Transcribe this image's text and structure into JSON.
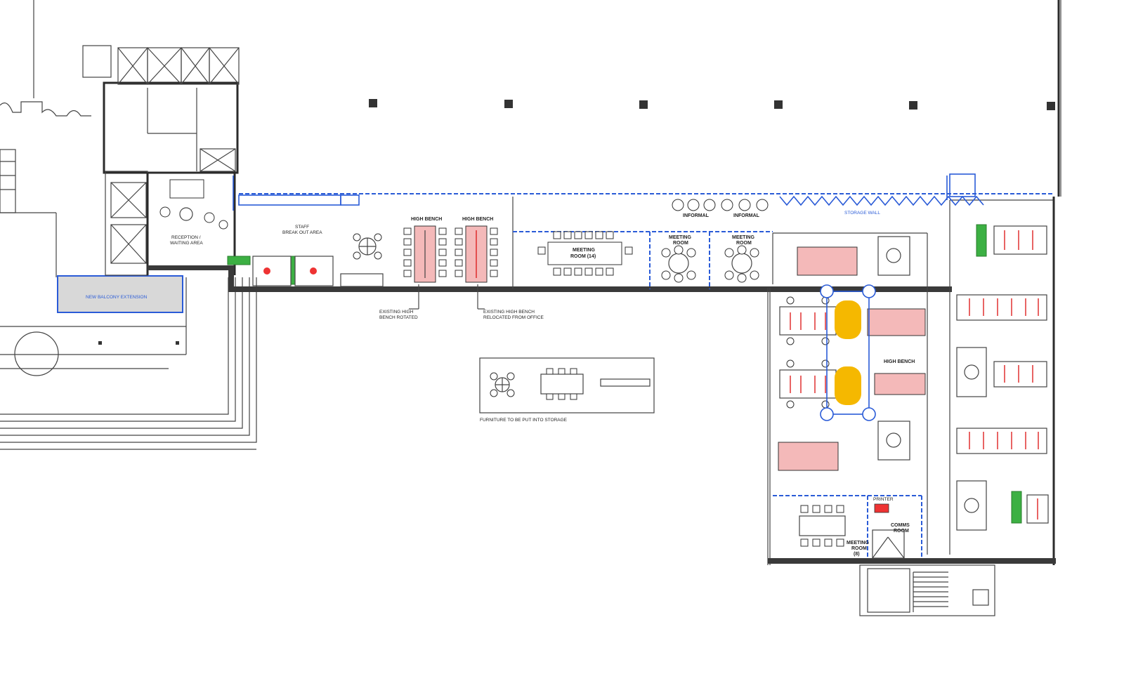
{
  "labels": {
    "reception": "RECEPTION /",
    "reception2": "WAITING AREA",
    "staff": "STAFF",
    "breakout": "BREAK OUT AREA",
    "high_bench_1": "HIGH BENCH",
    "high_bench_2": "HIGH BENCH",
    "meeting_room_main": "MEETING",
    "meeting_room_main2": "ROOM (14)",
    "meeting_room_a": "MEETING",
    "meeting_room_a2": "ROOM",
    "meeting_room_b": "MEETING",
    "meeting_room_b2": "ROOM",
    "informal_1": "INFORMAL",
    "informal_2": "INFORMAL",
    "storage_wall": "STORAGE WALL",
    "balcony": "NEW BALCONY EXTENSION",
    "bench_rotated_1": "EXISTING HIGH",
    "bench_rotated_2": "BENCH ROTATED",
    "bench_relocated_1": "EXISTING HIGH BENCH",
    "bench_relocated_2": "RELOCATED FROM OFFICE",
    "storage_caption": "FURNITURE TO BE PUT INTO STORAGE",
    "high_bench_3": "HIGH BENCH",
    "comms_room": "COMMS",
    "comms_room2": "ROOM",
    "meeting_small": "MEETING",
    "meeting_small2": "ROOM",
    "meeting_small3": "(8)",
    "printer": "PRINTER"
  },
  "colors": {
    "blue": "#2a5bd7",
    "pink": "#f4b9b9",
    "yellow": "#f5b800",
    "green": "#3cb043",
    "red": "#d22222"
  }
}
